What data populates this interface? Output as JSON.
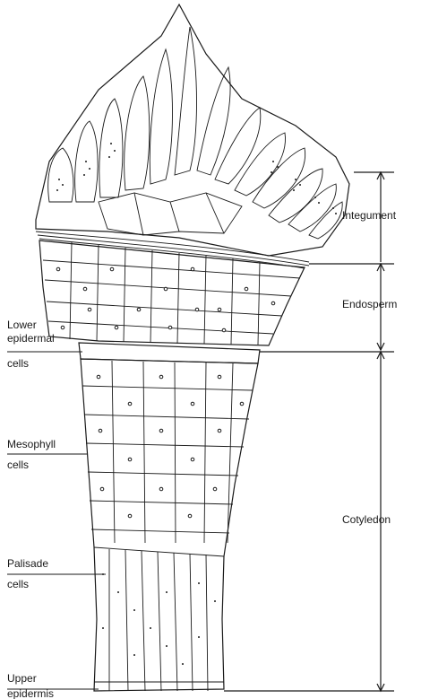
{
  "labels": {
    "integument": "Integument",
    "endosperm": "Endosperm",
    "cotyledon": "Cotyledon",
    "lower_epidermal_line1": "Lower",
    "lower_epidermal_line2": "epidermal",
    "lower_epidermal_line3": "cells",
    "mesophyll_line1": "Mesophyll",
    "mesophyll_line2": "cells",
    "palisade_line1": "Palisade",
    "palisade_line2": "cells",
    "upper_epidermis_line1": "Upper",
    "upper_epidermis_line2": "epidermis"
  }
}
